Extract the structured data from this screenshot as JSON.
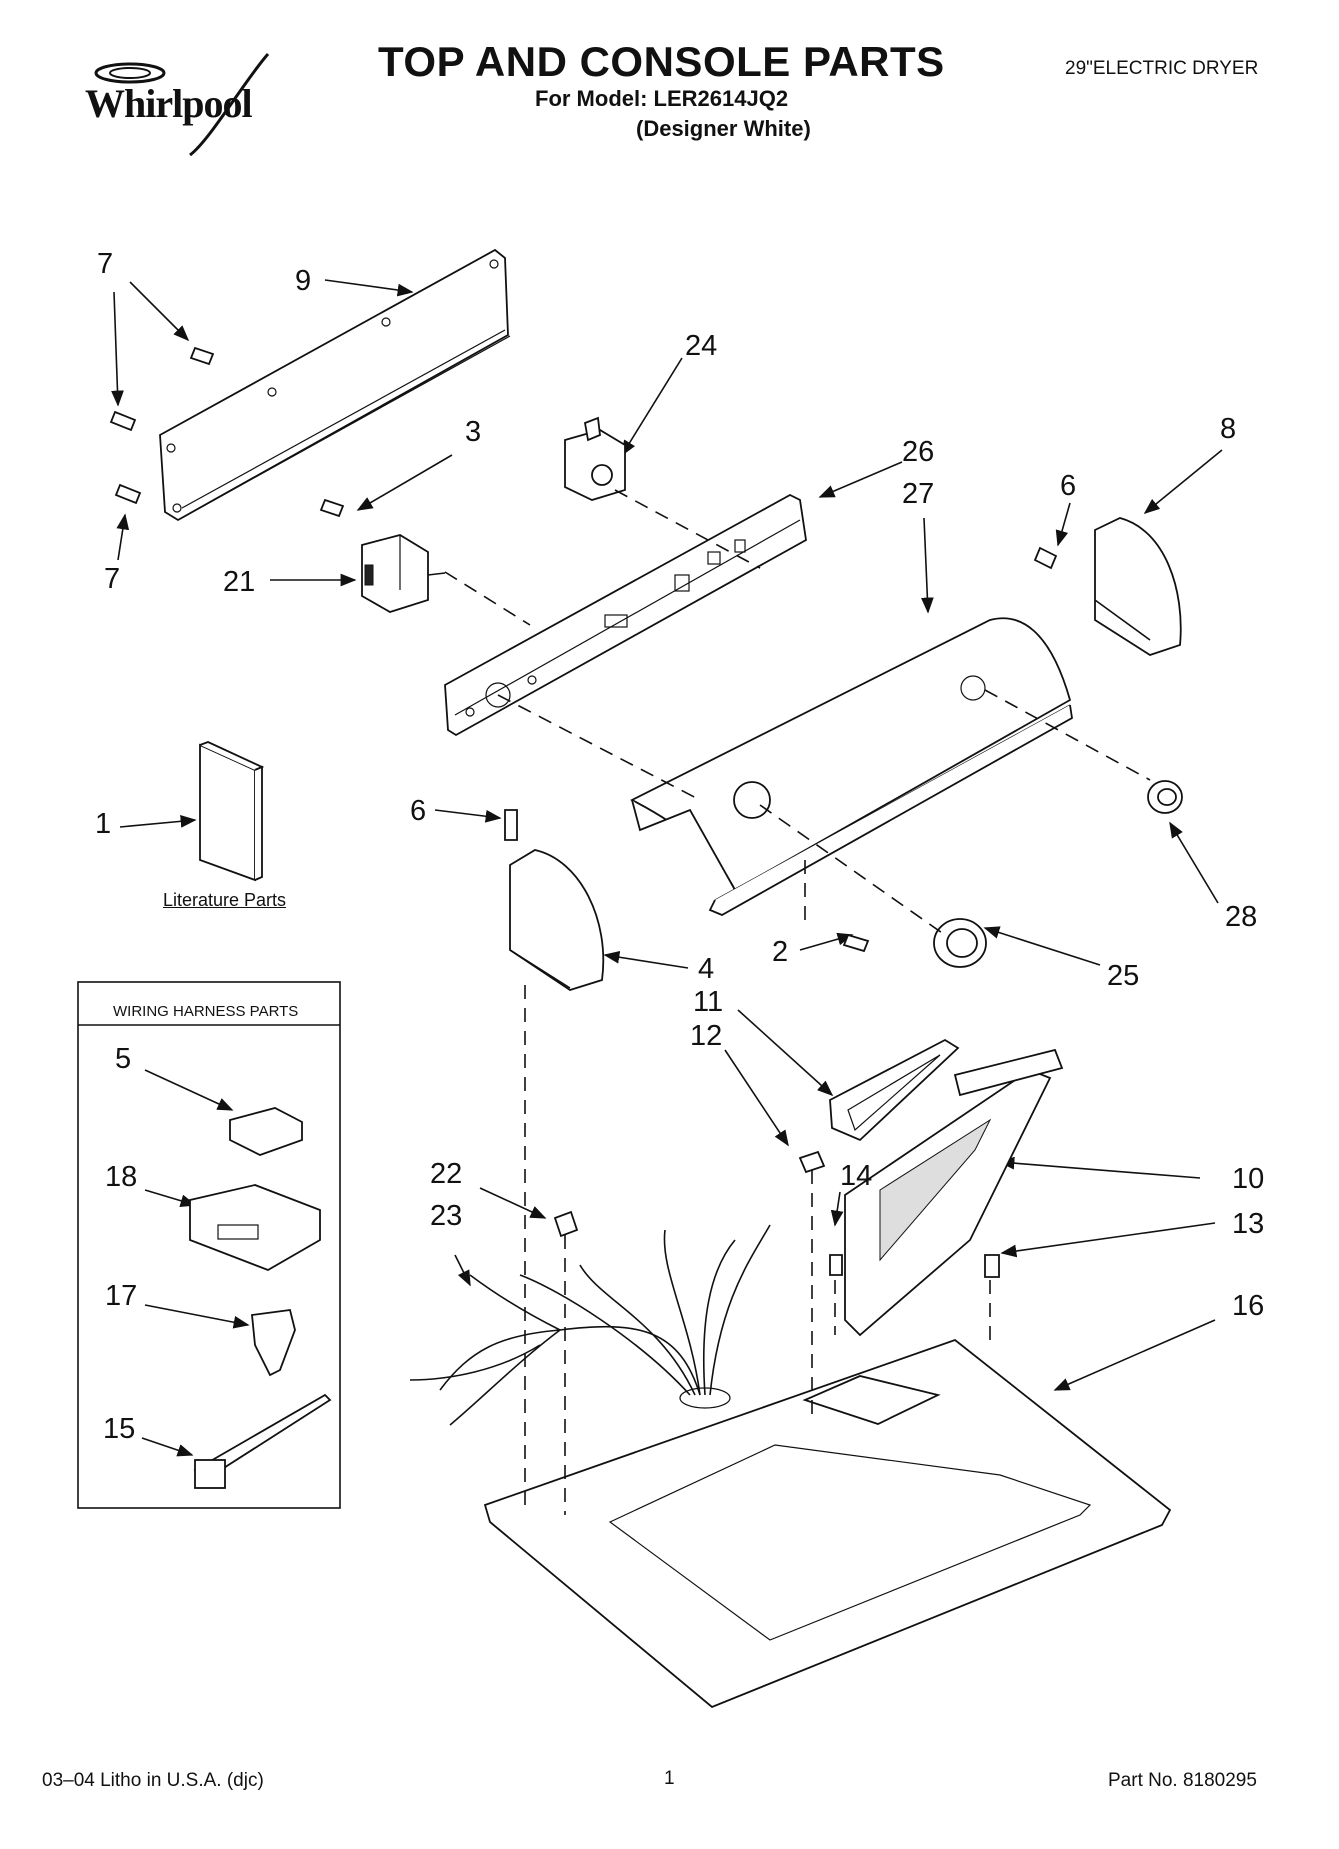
{
  "header": {
    "brand": "Whirlpool",
    "title": "TOP AND CONSOLE PARTS",
    "model_line": "For Model: LER2614JQ2",
    "color_line": "(Designer White)",
    "product": "29\"ELECTRIC DRYER"
  },
  "diagram": {
    "literature_label": "Literature Parts",
    "wiring_box_title": "WIRING HARNESS PARTS",
    "callouts": [
      "7",
      "9",
      "7",
      "7",
      "3",
      "21",
      "24",
      "26",
      "27",
      "8",
      "6",
      "1",
      "6",
      "4",
      "2",
      "25",
      "28",
      "11",
      "12",
      "14",
      "10",
      "13",
      "16",
      "22",
      "23",
      "5",
      "18",
      "17",
      "15"
    ]
  },
  "footer": {
    "litho": "03–04 Litho in U.S.A. (djc)",
    "page": "1",
    "part_no": "Part No. 8180295"
  }
}
